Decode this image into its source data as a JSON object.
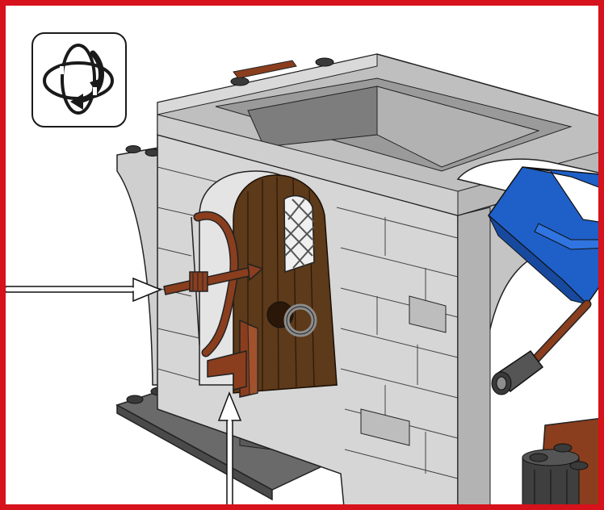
{
  "frame": {
    "border_color": "#d6121c"
  },
  "rotate_indicator": {
    "icon": "rotate-model-icon"
  },
  "scene": {
    "subject": "brick-gatehouse-model",
    "parts": [
      "crossbow-part",
      "wooden-door",
      "shield-part",
      "blue-white-awning",
      "wall-torch"
    ],
    "callouts": [
      "left-arrow-callout",
      "bottom-arrow-callout"
    ],
    "colors": {
      "brick_gray": "#c8c8c8",
      "brick_dark": "#8e8e8e",
      "door_brown": "#5c3a1a",
      "reddish_brown": "#8a3e1e",
      "awning_blue": "#1f5fc8",
      "base_dark": "#555555"
    }
  }
}
